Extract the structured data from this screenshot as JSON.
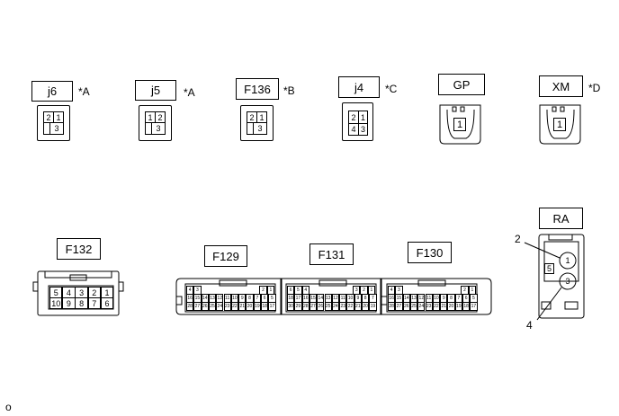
{
  "connectors": {
    "j6": {
      "name": "j6",
      "note": "*A",
      "pins": [
        "2",
        "1",
        "3"
      ]
    },
    "j5": {
      "name": "j5",
      "note": "*A",
      "pins": [
        "1",
        "2",
        "3"
      ]
    },
    "F136": {
      "name": "F136",
      "note": "*B",
      "pins": [
        "2",
        "1",
        "3"
      ]
    },
    "j4": {
      "name": "j4",
      "note": "*C",
      "pins": [
        "2",
        "1",
        "4",
        "3"
      ]
    },
    "GP": {
      "name": "GP",
      "note": "",
      "pins": [
        "1"
      ]
    },
    "XM": {
      "name": "XM",
      "note": "*D",
      "pins": [
        "1"
      ]
    },
    "F132": {
      "name": "F132",
      "row1": [
        "5",
        "4",
        "3",
        "2",
        "1"
      ],
      "row2": [
        "10",
        "9",
        "8",
        "7",
        "6"
      ]
    },
    "F129": {
      "name": "F129",
      "top_left": [
        "4",
        "3"
      ],
      "top_right": [
        "2",
        "1"
      ],
      "row2": [
        "16",
        "15",
        "14",
        "13",
        "12",
        "11",
        "10",
        "9",
        "8",
        "7",
        "6",
        "5"
      ],
      "row3": [
        "28",
        "27",
        "26",
        "25",
        "24",
        "23",
        "22",
        "21",
        "20",
        "19",
        "18",
        "17"
      ]
    },
    "F131": {
      "name": "F131",
      "top_left": [
        "6",
        "5",
        "4"
      ],
      "top_right": [
        "3",
        "2",
        "1"
      ],
      "row2": [
        "18",
        "17",
        "16",
        "15",
        "14",
        "13",
        "12",
        "11",
        "10",
        "9",
        "8",
        "7"
      ],
      "row3": [
        "30",
        "29",
        "28",
        "27",
        "26",
        "25",
        "24",
        "23",
        "22",
        "21",
        "20",
        "19"
      ]
    },
    "F130": {
      "name": "F130",
      "top_left": [
        "4",
        "3"
      ],
      "top_right": [
        "2",
        "1"
      ],
      "row2": [
        "16",
        "15",
        "14",
        "13",
        "12",
        "11",
        "10",
        "9",
        "8",
        "7",
        "6",
        "5"
      ],
      "row3": [
        "28",
        "27",
        "26",
        "25",
        "24",
        "23",
        "22",
        "21",
        "20",
        "19",
        "18",
        "17"
      ]
    },
    "RA": {
      "name": "RA",
      "pins": [
        "1",
        "5",
        "3"
      ],
      "callout_top": "2",
      "callout_bottom": "4"
    }
  },
  "figure_id": "o"
}
